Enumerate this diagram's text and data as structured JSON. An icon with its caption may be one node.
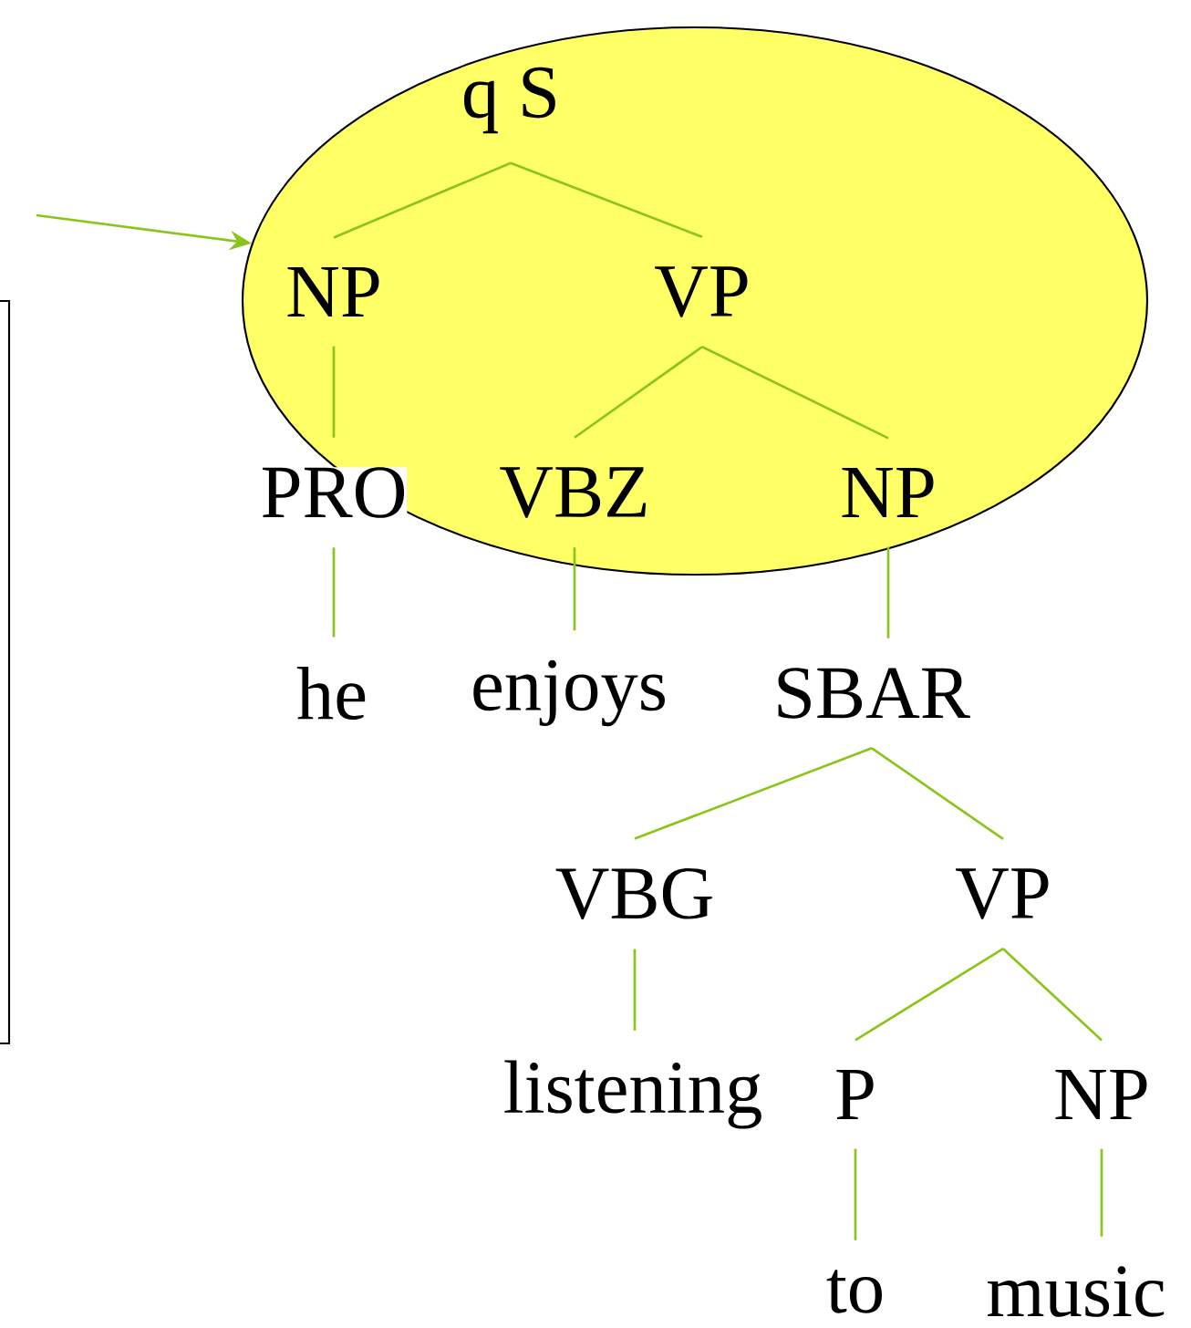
{
  "diagram": {
    "nodes": [
      {
        "text": [],
        "shape": "ellipse"
      },
      {
        "text": [
          "q S"
        ],
        "in": 0
      },
      {
        "text": [
          "NP"
        ],
        "in": 0
      },
      {
        "text": [
          "VP"
        ],
        "in": 0
      },
      {
        "text": [
          "PRO"
        ]
      },
      {
        "text": [
          "VBZ"
        ],
        "in": 0
      },
      {
        "text": [
          "NP"
        ],
        "in": 0
      },
      {
        "text": [
          "he"
        ]
      },
      {
        "text": [
          "enjoys"
        ]
      },
      {
        "text": [
          "SBAR"
        ]
      },
      {
        "text": [
          "VBG"
        ]
      },
      {
        "text": [
          "VP"
        ]
      },
      {
        "text": [
          "listening"
        ]
      },
      {
        "text": [
          "P"
        ]
      },
      {
        "text": [
          "NP"
        ]
      },
      {
        "text": [
          "to"
        ]
      },
      {
        "text": [
          "music"
        ]
      }
    ],
    "edges": [
      {
        "from": null,
        "to": 0,
        "arrow": "to"
      },
      {
        "from": 1,
        "to": 2,
        "arrow": "none"
      },
      {
        "from": 1,
        "to": 3,
        "arrow": "none"
      },
      {
        "from": 2,
        "to": 4,
        "arrow": "none"
      },
      {
        "from": 3,
        "to": 5,
        "arrow": "none"
      },
      {
        "from": 3,
        "to": 6,
        "arrow": "none"
      },
      {
        "from": 4,
        "to": 7,
        "arrow": "none"
      },
      {
        "from": 5,
        "to": 8,
        "arrow": "none"
      },
      {
        "from": 6,
        "to": 9,
        "arrow": "none"
      },
      {
        "from": 9,
        "to": 10,
        "arrow": "none"
      },
      {
        "from": 9,
        "to": 11,
        "arrow": "none"
      },
      {
        "from": 10,
        "to": 12,
        "arrow": "none"
      },
      {
        "from": 11,
        "to": 13,
        "arrow": "none"
      },
      {
        "from": 11,
        "to": 14,
        "arrow": "none"
      },
      {
        "from": 13,
        "to": 15,
        "arrow": "none"
      },
      {
        "from": 14,
        "to": 16,
        "arrow": "none"
      }
    ]
  }
}
